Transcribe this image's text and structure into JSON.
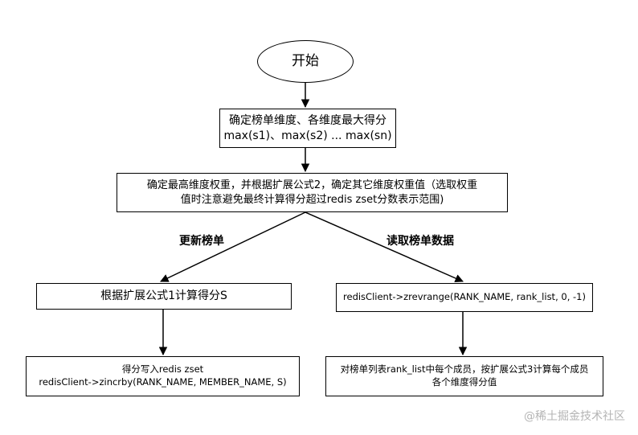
{
  "nodes": {
    "start": "开始",
    "step1": {
      "line1": "确定榜单维度、各维度最大得分",
      "line2": "max(s1)、max(s2) ... max(sn)"
    },
    "step2": {
      "line1": "确定最高维度权重，并根据扩展公式2，确定其它维度权重值（选取权重",
      "line2": "值时注意避免最终计算得分超过redis zset分数表示范围)"
    },
    "left1": "根据扩展公式1计算得分S",
    "left2": {
      "line1": "得分写入redis zset",
      "line2": "redisClient->zincrby(RANK_NAME, MEMBER_NAME, S)"
    },
    "right1": "redisClient->zrevrange(RANK_NAME, rank_list, 0, -1)",
    "right2": {
      "line1": "对榜单列表rank_list中每个成员，按扩展公式3计算每个成员",
      "line2": "各个维度得分值"
    }
  },
  "edge_labels": {
    "update": "更新榜单",
    "read": "读取榜单数据"
  },
  "watermark": "@稀土掘金技术社区"
}
